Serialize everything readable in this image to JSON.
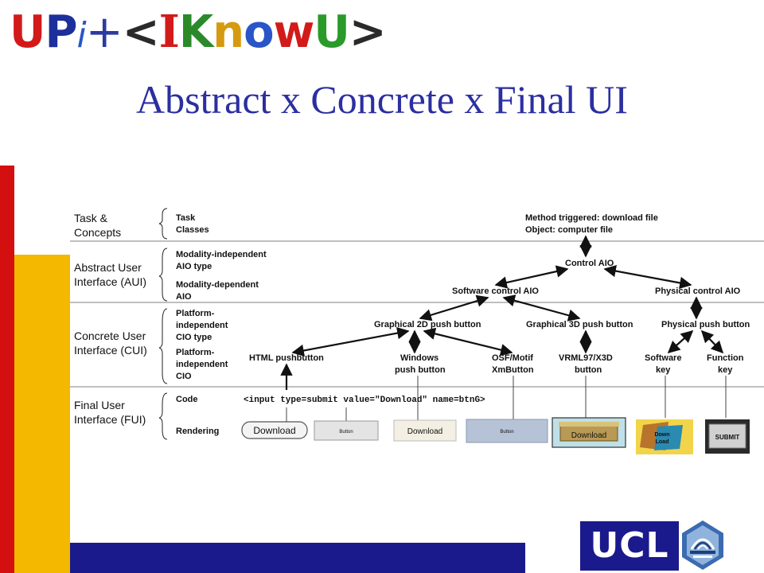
{
  "logo": {
    "u": "U",
    "p": "P",
    "i": "i",
    "plus": "+",
    "lt": "<",
    "bigi": "I",
    "k": "K",
    "n": "n",
    "o": "o",
    "w": "w",
    "u2": "U",
    "gt": ">"
  },
  "title": "Abstract x Concrete x Final UI",
  "levels": {
    "task": [
      "Task &",
      "Concepts"
    ],
    "aui": [
      "Abstract User",
      "Interface (AUI)"
    ],
    "cui": [
      "Concrete User",
      "Interface (CUI)"
    ],
    "fui": [
      "Final User",
      "Interface (FUI)"
    ]
  },
  "sublevels": {
    "task": [
      "Task",
      "Classes"
    ],
    "aui_mi": [
      "Modality-independent",
      "AIO type"
    ],
    "aui_md": [
      "Modality-dependent",
      "AIO"
    ],
    "cui_pi_type": [
      "Platform-",
      "independent",
      "CIO type"
    ],
    "cui_pi": [
      "Platform-",
      "independent",
      "CIO"
    ],
    "code": "Code",
    "rendering": "Rendering"
  },
  "nodes": {
    "method": "Method triggered: download file",
    "object": "Object: computer file",
    "control_aio": "Control AIO",
    "software_control_aio": "Software control AIO",
    "physical_control_aio": "Physical control AIO",
    "graphical_2d": "Graphical 2D push button",
    "graphical_3d": "Graphical 3D push button",
    "physical_push": "Physical push button",
    "html_pushbutton": "HTML pushbutton",
    "windows_push": [
      "Windows",
      "push button"
    ],
    "osf_motif": [
      "OSF/Motif",
      "XmButton"
    ],
    "vrml": [
      "VRML97/X3D",
      "button"
    ],
    "software_key": [
      "Software",
      "key"
    ],
    "function_key": [
      "Function",
      "key"
    ]
  },
  "code_line": "<input type=submit value=\"Download\" name=btnG>",
  "renderings": {
    "html": "Download",
    "windows_small": "Button",
    "windows": "Download",
    "motif": "Button",
    "vrml": "Download",
    "software_key": [
      "Down",
      "Load"
    ],
    "function_key": "SUBMIT"
  },
  "ucl": {
    "text": "UCL"
  }
}
